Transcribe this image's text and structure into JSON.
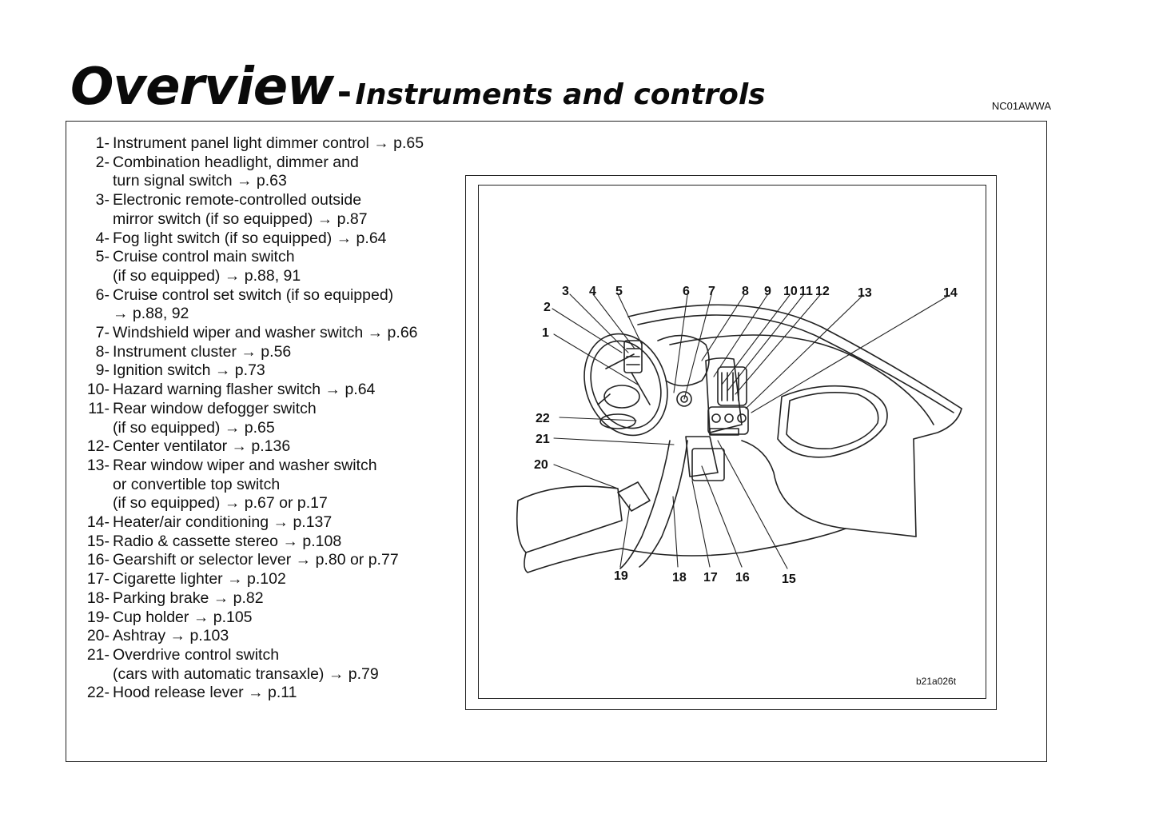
{
  "header": {
    "title_main": "Overview",
    "title_dash": "-",
    "title_sub": "Instruments and controls",
    "doc_code": "NC01AWWA"
  },
  "items": [
    {
      "num": "1-",
      "lines": [
        "Instrument panel light dimmer control → p.65"
      ]
    },
    {
      "num": "2-",
      "lines": [
        "Combination headlight, dimmer and",
        "turn signal switch → p.63"
      ]
    },
    {
      "num": "3-",
      "lines": [
        "Electronic remote-controlled outside",
        "mirror switch (if so equipped) → p.87"
      ]
    },
    {
      "num": "4-",
      "lines": [
        "Fog light switch (if so equipped) → p.64"
      ]
    },
    {
      "num": "5-",
      "lines": [
        "Cruise control main switch",
        "(if so equipped) → p.88, 91"
      ]
    },
    {
      "num": "6-",
      "lines": [
        "Cruise control set switch (if so equipped)",
        "→ p.88, 92"
      ]
    },
    {
      "num": "7-",
      "lines": [
        "Windshield wiper and washer switch → p.66"
      ]
    },
    {
      "num": "8-",
      "lines": [
        "Instrument cluster → p.56"
      ]
    },
    {
      "num": "9-",
      "lines": [
        "Ignition switch → p.73"
      ]
    },
    {
      "num": "10-",
      "lines": [
        "Hazard warning flasher switch → p.64"
      ]
    },
    {
      "num": "11-",
      "lines": [
        "Rear window defogger switch",
        "(if so equipped) → p.65"
      ]
    },
    {
      "num": "12-",
      "lines": [
        "Center ventilator → p.136"
      ]
    },
    {
      "num": "13-",
      "lines": [
        "Rear window wiper and washer switch",
        "or convertible top switch",
        "(if so equipped) → p.67 or p.17"
      ]
    },
    {
      "num": "14-",
      "lines": [
        "Heater/air conditioning → p.137"
      ]
    },
    {
      "num": "15-",
      "lines": [
        "Radio & cassette stereo → p.108"
      ]
    },
    {
      "num": "16-",
      "lines": [
        "Gearshift or selector lever → p.80 or p.77"
      ]
    },
    {
      "num": "17-",
      "lines": [
        "Cigarette lighter → p.102"
      ]
    },
    {
      "num": "18-",
      "lines": [
        "Parking brake → p.82"
      ]
    },
    {
      "num": "19-",
      "lines": [
        "Cup holder → p.105"
      ]
    },
    {
      "num": "20-",
      "lines": [
        "Ashtray → p.103"
      ]
    },
    {
      "num": "21-",
      "lines": [
        "Overdrive control switch",
        "(cars with automatic transaxle) → p.79"
      ]
    },
    {
      "num": "22-",
      "lines": [
        "Hood release lever → p.11"
      ]
    }
  ],
  "figure": {
    "code": "b21a026t",
    "callouts": [
      "1",
      "2",
      "3",
      "4",
      "5",
      "6",
      "7",
      "8",
      "9",
      "10",
      "11",
      "12",
      "13",
      "14",
      "15",
      "16",
      "17",
      "18",
      "19",
      "20",
      "21",
      "22"
    ]
  }
}
